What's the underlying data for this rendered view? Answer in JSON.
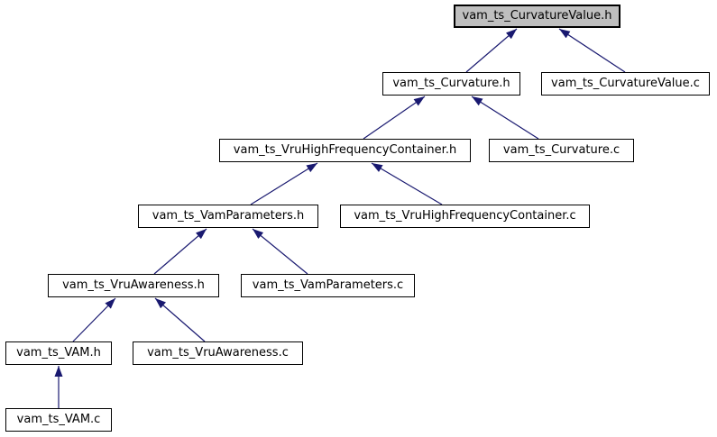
{
  "diagram": {
    "type": "include-dependency-graph",
    "edge_color": "#191970",
    "node_fill": "#ffffff",
    "node_border_color": "#000000",
    "highlighted_node_fill": "#bfbfbf",
    "nodes": [
      {
        "label": "vam_ts_CurvatureValue.h",
        "highlighted": true
      },
      {
        "label": "vam_ts_Curvature.h",
        "highlighted": false
      },
      {
        "label": "vam_ts_CurvatureValue.c",
        "highlighted": false
      },
      {
        "label": "vam_ts_VruHighFrequencyContainer.h",
        "highlighted": false
      },
      {
        "label": "vam_ts_Curvature.c",
        "highlighted": false
      },
      {
        "label": "vam_ts_VamParameters.h",
        "highlighted": false
      },
      {
        "label": "vam_ts_VruHighFrequencyContainer.c",
        "highlighted": false
      },
      {
        "label": "vam_ts_VruAwareness.h",
        "highlighted": false
      },
      {
        "label": "vam_ts_VamParameters.c",
        "highlighted": false
      },
      {
        "label": "vam_ts_VAM.h",
        "highlighted": false
      },
      {
        "label": "vam_ts_VruAwareness.c",
        "highlighted": false
      },
      {
        "label": "vam_ts_VAM.c",
        "highlighted": false
      }
    ],
    "edges": [
      {
        "from": "vam_ts_Curvature.h",
        "to": "vam_ts_CurvatureValue.h"
      },
      {
        "from": "vam_ts_CurvatureValue.c",
        "to": "vam_ts_CurvatureValue.h"
      },
      {
        "from": "vam_ts_VruHighFrequencyContainer.h",
        "to": "vam_ts_Curvature.h"
      },
      {
        "from": "vam_ts_Curvature.c",
        "to": "vam_ts_Curvature.h"
      },
      {
        "from": "vam_ts_VamParameters.h",
        "to": "vam_ts_VruHighFrequencyContainer.h"
      },
      {
        "from": "vam_ts_VruHighFrequencyContainer.c",
        "to": "vam_ts_VruHighFrequencyContainer.h"
      },
      {
        "from": "vam_ts_VruAwareness.h",
        "to": "vam_ts_VamParameters.h"
      },
      {
        "from": "vam_ts_VamParameters.c",
        "to": "vam_ts_VamParameters.h"
      },
      {
        "from": "vam_ts_VAM.h",
        "to": "vam_ts_VruAwareness.h"
      },
      {
        "from": "vam_ts_VruAwareness.c",
        "to": "vam_ts_VruAwareness.h"
      },
      {
        "from": "vam_ts_VAM.c",
        "to": "vam_ts_VAM.h"
      }
    ]
  }
}
